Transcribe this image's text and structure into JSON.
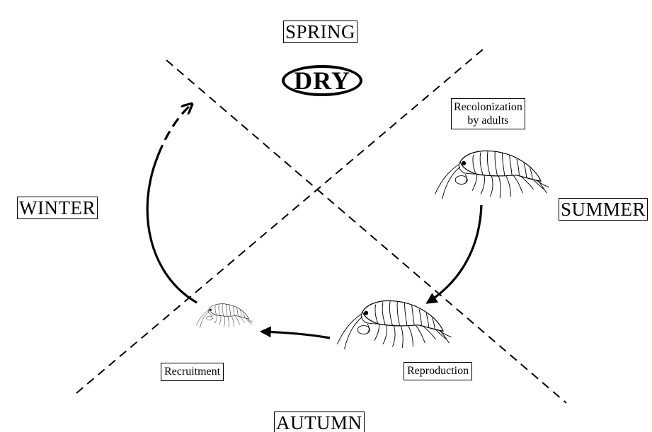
{
  "seasons": {
    "spring": "SPRING",
    "summer": "SUMMER",
    "autumn": "AUTUMN",
    "winter": "WINTER"
  },
  "condition": "DRY",
  "stages": {
    "recolonization_line1": "Recolonization",
    "recolonization_line2": "by adults",
    "reproduction": "Reproduction",
    "recruitment": "Recruitment"
  }
}
